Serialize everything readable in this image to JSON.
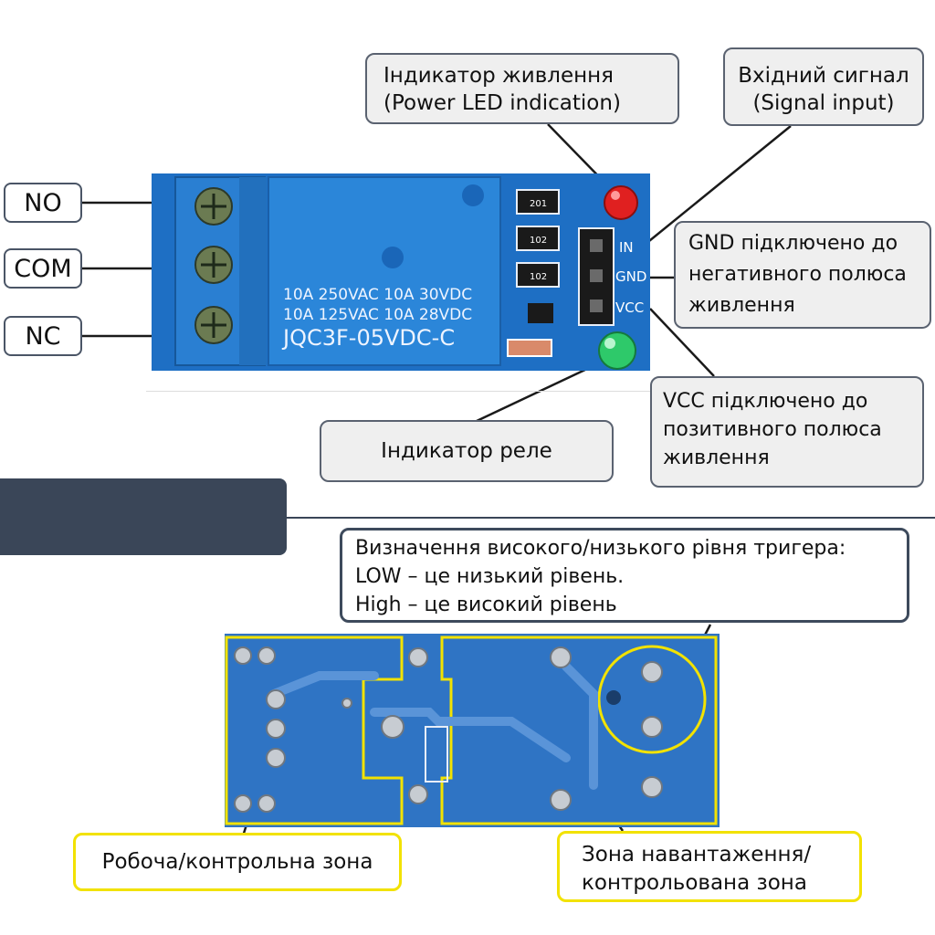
{
  "top_view": {
    "relay_marking": {
      "line1": "10A 250VAC  10A  30VDC",
      "line2": "10A 125VAC  10A  28VDC",
      "model": "JQC3F-05VDC-C"
    },
    "resistors": [
      "201",
      "102",
      "102"
    ],
    "pin_labels": [
      "IN",
      "GND",
      "VCC"
    ],
    "callouts": {
      "power_led": {
        "line1": "Індикатор живлення",
        "line2": "(Power LED indication)"
      },
      "signal_input": {
        "line1": "Вхідний сигнал",
        "line2": "(Signal input)"
      },
      "gnd": {
        "line1": "GND підключено до",
        "line2": "негативного полюса",
        "line3": "живлення"
      },
      "vcc": {
        "line1": "VCC підключено до",
        "line2": "позитивного полюса",
        "line3": " живлення"
      },
      "relay_led": {
        "text": "Індикатор реле"
      },
      "terminals": [
        "NO",
        "COM",
        "NC"
      ]
    }
  },
  "bottom_view": {
    "trigger_definition": {
      "line1": "Визначення високого/низького рівня тригера:",
      "line2": " LOW – це низький рівень.",
      "line3": "High – це високий рівень"
    },
    "work_zone": {
      "text": "Робоча/контрольна зона"
    },
    "load_zone": {
      "line1": "Зона навантаження/",
      "line2": "контрольована зона"
    }
  },
  "colors": {
    "pcb_blue": "#1e6fc4",
    "relay_blue": "#2b86d9",
    "terminal_blue": "#2a7fd2",
    "yellow_outline": "#f2e200",
    "dark_panel": "#3a4658"
  }
}
